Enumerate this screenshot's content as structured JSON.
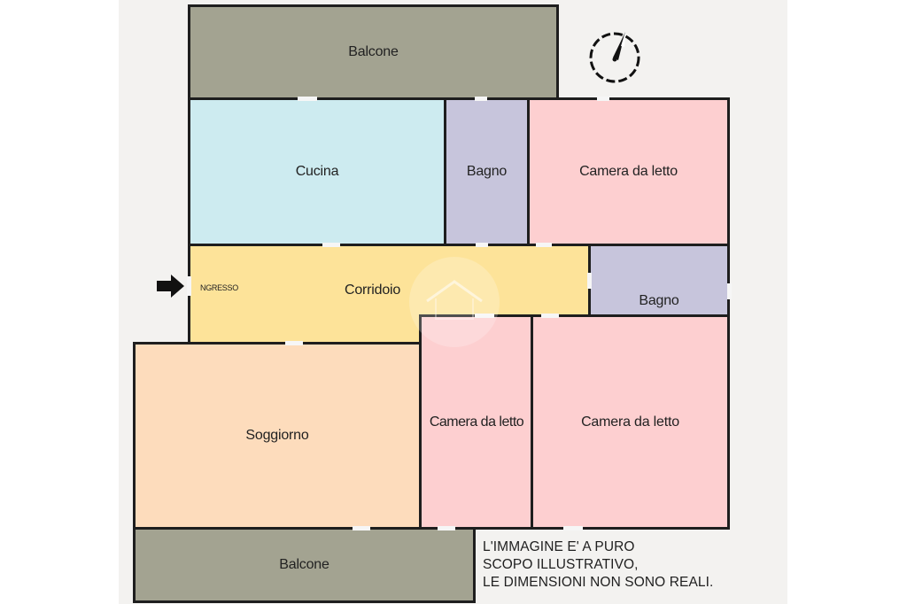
{
  "rooms": {
    "balcone_top": "Balcone",
    "cucina": "Cucina",
    "bagno_top": "Bagno",
    "camera_top": "Camera da letto",
    "corridoio": "Corridoio",
    "bagno_right": "Bagno",
    "soggiorno": "Soggiorno",
    "camera_mid": "Camera da letto",
    "camera_right": "Camera da letto",
    "balcone_bottom": "Balcone"
  },
  "entrance_label": "NGRESSO",
  "disclaimer": {
    "line1": "L'IMMAGINE E' A PURO",
    "line2": "SCOPO ILLUSTRATIVO,",
    "line3": "LE DIMENSIONI NON SONO REALI."
  },
  "icons": {
    "entrance": "arrow-right-icon",
    "north": "compass-icon",
    "watermark": "house-watermark-icon"
  },
  "colors": {
    "balcone": "#a3a391",
    "cucina": "#cdebf0",
    "bagno": "#c7c5dc",
    "camera": "#fdcfd0",
    "corridoio": "#fde399",
    "soggiorno": "#fddcbc",
    "walls": "#1e1e1e"
  }
}
